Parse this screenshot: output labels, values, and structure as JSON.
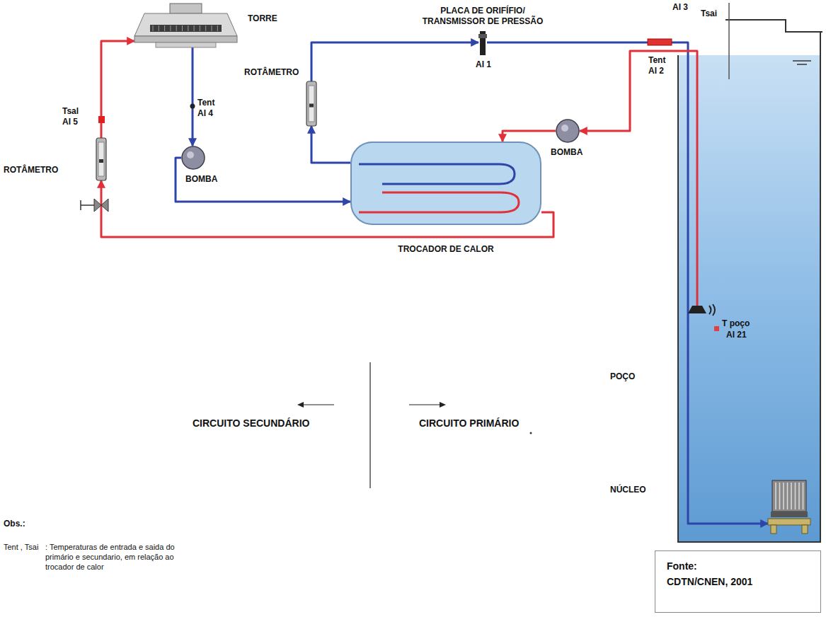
{
  "diagram": {
    "nodes": [
      {
        "text": [
          "TORRE"
        ]
      },
      {
        "text": [
          "BOMBA"
        ]
      },
      {
        "text": [
          "ROTÂMETRO"
        ]
      },
      {
        "text": [
          "TROCADOR DE CALOR"
        ]
      },
      {
        "text": [
          "ROTÂMETRO"
        ]
      },
      {
        "text": [
          "PLACA DE ORIFÍFIO/ TRANSMISSOR DE PRESSÃO",
          "AI 1"
        ]
      },
      {
        "text": [
          "BOMBA"
        ]
      },
      {
        "text": [
          "POÇO"
        ]
      },
      {
        "text": [
          "NÚCLEO"
        ],
        "in": 7
      },
      {
        "text": [
          "Fonte:",
          "CDTN/CNEN, 2001"
        ]
      }
    ],
    "edges": [
      {
        "from": 0,
        "to": 1,
        "arrow": "to"
      },
      {
        "from": 1,
        "to": 3,
        "arrow": "to"
      },
      {
        "from": 3,
        "to": 2,
        "arrow": "to"
      },
      {
        "from": 2,
        "to": 0,
        "arrow": "to"
      },
      {
        "from": 3,
        "to": 4,
        "arrow": "to"
      },
      {
        "from": 4,
        "to": 5,
        "arrow": "to"
      },
      {
        "from": 5,
        "to": 8,
        "arrow": "to"
      },
      {
        "from": 7,
        "to": 6,
        "arrow": "to"
      },
      {
        "from": 6,
        "to": 3,
        "arrow": "to"
      }
    ],
    "labels": [
      "Tsal",
      "AI 5",
      "Tent",
      "AI 4",
      "AI 3",
      "Tent",
      "AI 2",
      "Tsai",
      "T poço",
      "AI 21",
      "CIRCUITO SECUNDÁRIO",
      "CIRCUITO PRIMÁRIO",
      "Obs.:",
      "Tent , Tsai",
      ": Temperaturas de entrada e saida do primário e secundario, em relação ao trocador de calor"
    ]
  }
}
